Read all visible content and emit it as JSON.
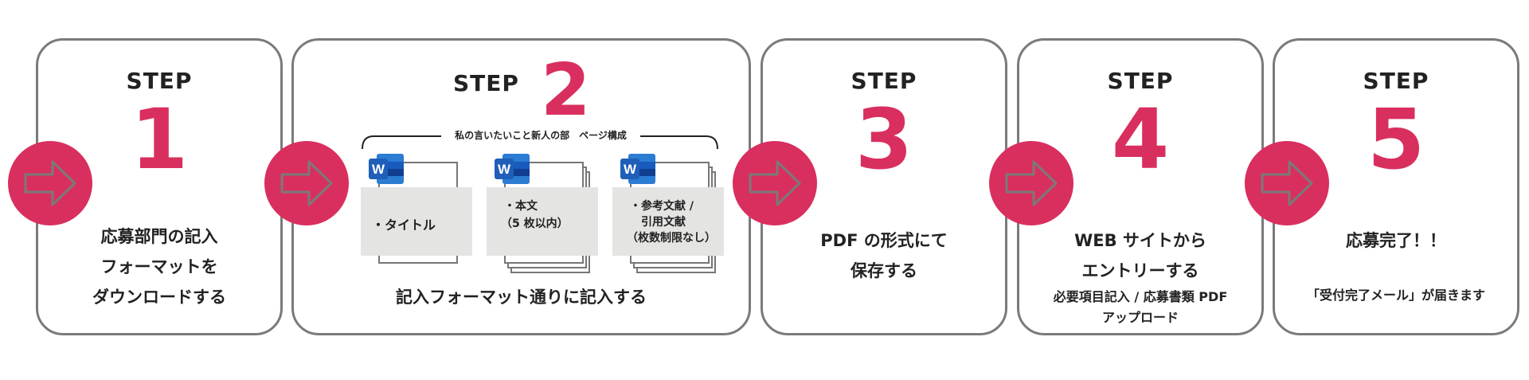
{
  "colors": {
    "accent": "#d92f5e",
    "border": "#7a7a7a",
    "panel": "#e4e4e2",
    "word_blue": "#1f5fb8"
  },
  "icons": {
    "arrow": "arrow-right-icon",
    "word": "word-document-icon"
  },
  "steps": [
    {
      "label": "STEP",
      "number": "1",
      "lines": [
        "応募部門の記入",
        "フォーマットを",
        "ダウンロードする"
      ]
    },
    {
      "label": "STEP",
      "number": "2",
      "brace_label": "私の言いたいこと新人の部　ページ構成",
      "docs": [
        {
          "word_letter": "W",
          "lines": [
            "・タイトル"
          ]
        },
        {
          "word_letter": "W",
          "lines": [
            "・本文",
            "（5 枚以内）"
          ]
        },
        {
          "word_letter": "W",
          "lines": [
            "・参考文献 /",
            "　引用文献",
            "（枚数制限なし）"
          ]
        }
      ],
      "caption": "記入フォーマット通りに記入する"
    },
    {
      "label": "STEP",
      "number": "3",
      "lines": [
        "PDF の形式にて",
        "保存する"
      ]
    },
    {
      "label": "STEP",
      "number": "4",
      "lines": [
        "WEB サイトから",
        "エントリーする"
      ],
      "sub_lines": [
        "必要項目記入 / 応募書類 PDF",
        "アップロード"
      ]
    },
    {
      "label": "STEP",
      "number": "5",
      "lines": [
        "応募完了！！"
      ],
      "sub_lines": [
        "「受付完了メール」が届きます"
      ]
    }
  ]
}
